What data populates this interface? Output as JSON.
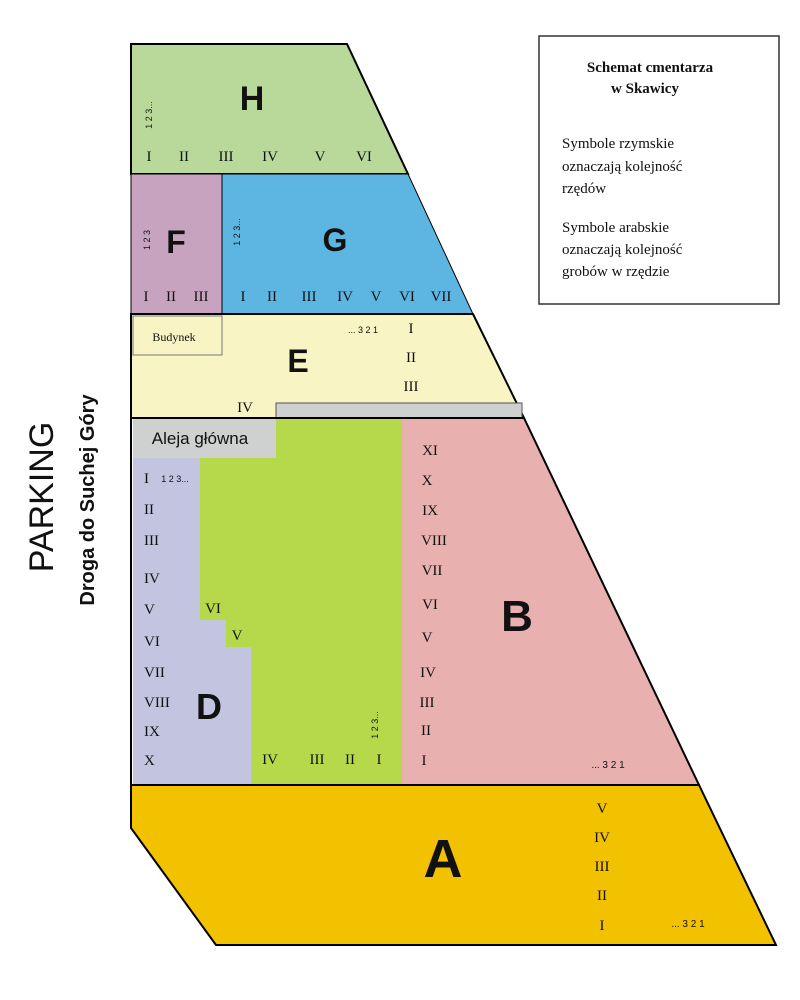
{
  "legend": {
    "title_line1": "Schemat cmentarza",
    "title_line2": "w Skawicy",
    "roman_line1": "Symbole rzymskie",
    "roman_line2": "oznaczają kolejność",
    "roman_line3": "rzędów",
    "arabic_line1": "Symbole arabskie",
    "arabic_line2": "oznaczają kolejność",
    "arabic_line3": "grobów w rzędzie"
  },
  "side": {
    "parking": "PARKING",
    "road": "Droga do Suchej Góry"
  },
  "sections": {
    "A": {
      "letter": "A",
      "color": "#f2c200",
      "rows": [
        "V",
        "IV",
        "III",
        "II",
        "I"
      ],
      "graves": "... 3 2 1"
    },
    "B": {
      "letter": "B",
      "color": "#e9b0b0",
      "rows": [
        "XI",
        "X",
        "IX",
        "VIII",
        "VII",
        "VI",
        "V",
        "IV",
        "III",
        "II",
        "I"
      ],
      "graves": "... 3 2 1"
    },
    "C": {
      "color": "#b5d94a",
      "rows": [
        "VI",
        "V",
        "IV",
        "III",
        "II",
        "I"
      ],
      "graves": "1 2 3..."
    },
    "D": {
      "letter": "D",
      "color": "#c2c4e0",
      "rows": [
        "I",
        "II",
        "III",
        "IV",
        "V",
        "VI",
        "VII",
        "VIII",
        "IX",
        "X"
      ],
      "graves": "1 2 3..."
    },
    "E": {
      "letter": "E",
      "color": "#f8f4c4",
      "rows": [
        "I",
        "II",
        "III",
        "IV"
      ],
      "graves": "... 3 2 1",
      "building": "Budynek"
    },
    "F": {
      "letter": "F",
      "color": "#c8a3c0",
      "rows": [
        "I",
        "II",
        "III"
      ],
      "graves": "1 2 3"
    },
    "G": {
      "letter": "G",
      "color": "#5db6e2",
      "rows": [
        "I",
        "II",
        "III",
        "IV",
        "V",
        "VI",
        "VII"
      ],
      "graves": "1 2 3..."
    },
    "H": {
      "letter": "H",
      "color": "#b8d99a",
      "rows": [
        "I",
        "II",
        "III",
        "IV",
        "V",
        "VI"
      ],
      "graves": "1 2 3..."
    }
  },
  "alley": {
    "label": "Aleja główna",
    "color": "#cfd0d0"
  }
}
